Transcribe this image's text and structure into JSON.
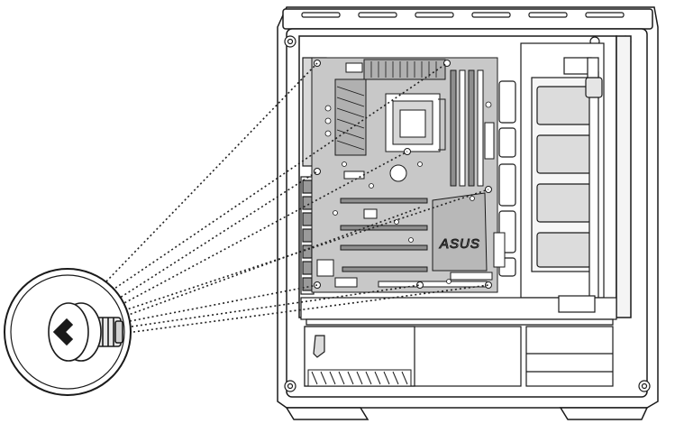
{
  "diagram": {
    "board_logo": "ASUS",
    "callout": {
      "part": "motherboard-screw",
      "screw_count": 9
    }
  },
  "colors": {
    "outline": "#1a1a1a",
    "board_fill": "#c8c8c8",
    "board_dark": "#8e8e8e",
    "case_fill": "#ffffff",
    "leader_line": "#222222"
  }
}
